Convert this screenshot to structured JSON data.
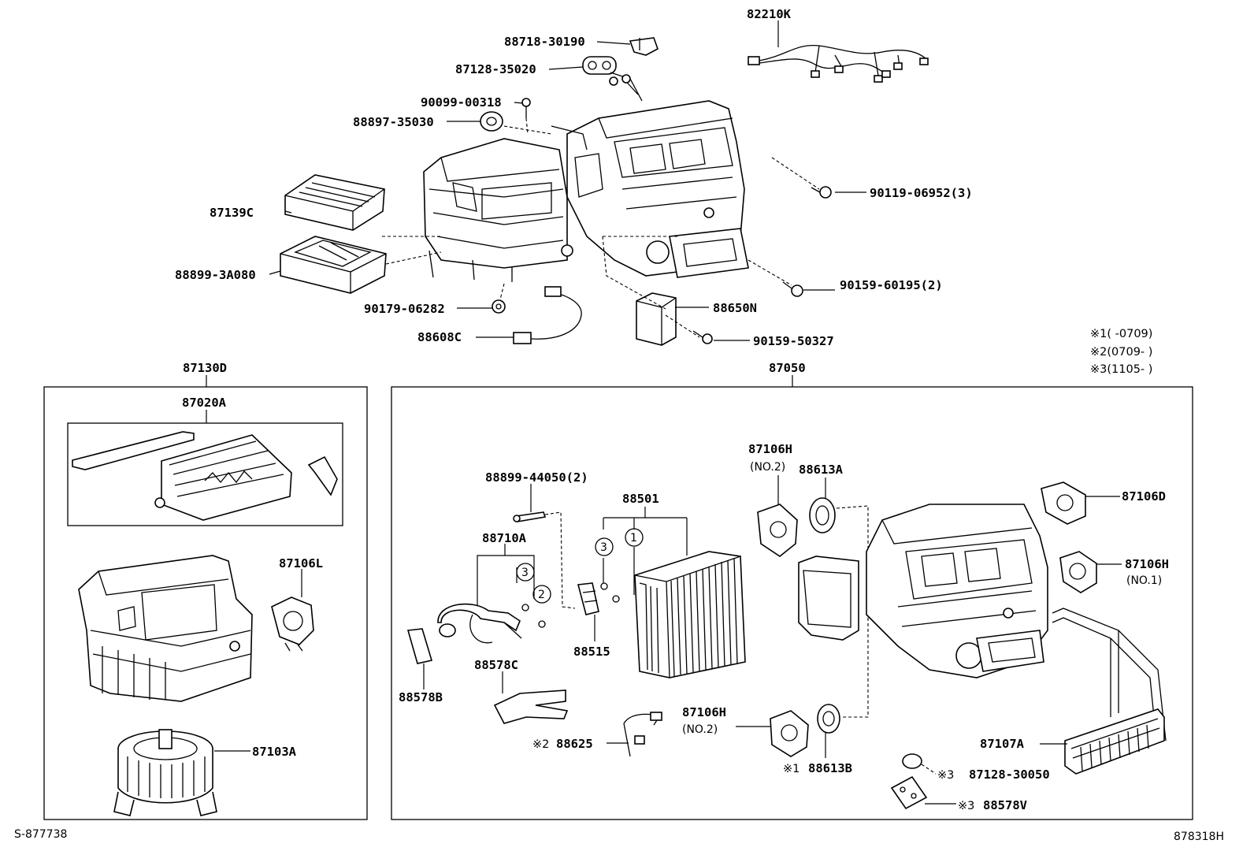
{
  "labels": {
    "p82210K": "82210K",
    "p88718_30190": "88718-30190",
    "p87128_35020": "87128-35020",
    "p90099_00318": "90099-00318",
    "p88897_35030": "88897-35030",
    "p87139C": "87139C",
    "p88899_3A080": "88899-3A080",
    "p90119_06952": "90119-06952(3)",
    "p90159_60195": "90159-60195(2)",
    "p90179_06282": "90179-06282",
    "p88650N": "88650N",
    "p88608C": "88608C",
    "p90159_50327": "90159-50327",
    "p87130D": "87130D",
    "p87020A": "87020A",
    "p87106L": "87106L",
    "p87103A": "87103A",
    "p87050": "87050",
    "p88899_44050": "88899-44050(2)",
    "p88710A": "88710A",
    "p88501": "88501",
    "p88515": "88515",
    "p88578B": "88578B",
    "p88578C": "88578C",
    "p88625": "88625",
    "p87106H_a": "87106H",
    "p87106H_a_sub": "(NO.2)",
    "p88613A": "88613A",
    "p87106D": "87106D",
    "p87106H_b": "87106H",
    "p87106H_b_sub": "(NO.1)",
    "p87106H_c": "87106H",
    "p87106H_c_sub": "(NO.2)",
    "p88613B": "88613B",
    "p87107A": "87107A",
    "p87128_30050": "87128-30050",
    "p88578V": "88578V"
  },
  "markers": {
    "m88625": "※2",
    "m88613B": "※1",
    "m87128_30050": "※3",
    "m88578V": "※3"
  },
  "callouts": {
    "c1": "1",
    "c2": "2",
    "c3": "3",
    "c3b": "3"
  },
  "notes": {
    "n1": "※1(      -0709)",
    "n2": "※2(0709-      )",
    "n3": "※3(1105-    )"
  },
  "codes": {
    "left": "S-877738",
    "right": "878318H"
  }
}
